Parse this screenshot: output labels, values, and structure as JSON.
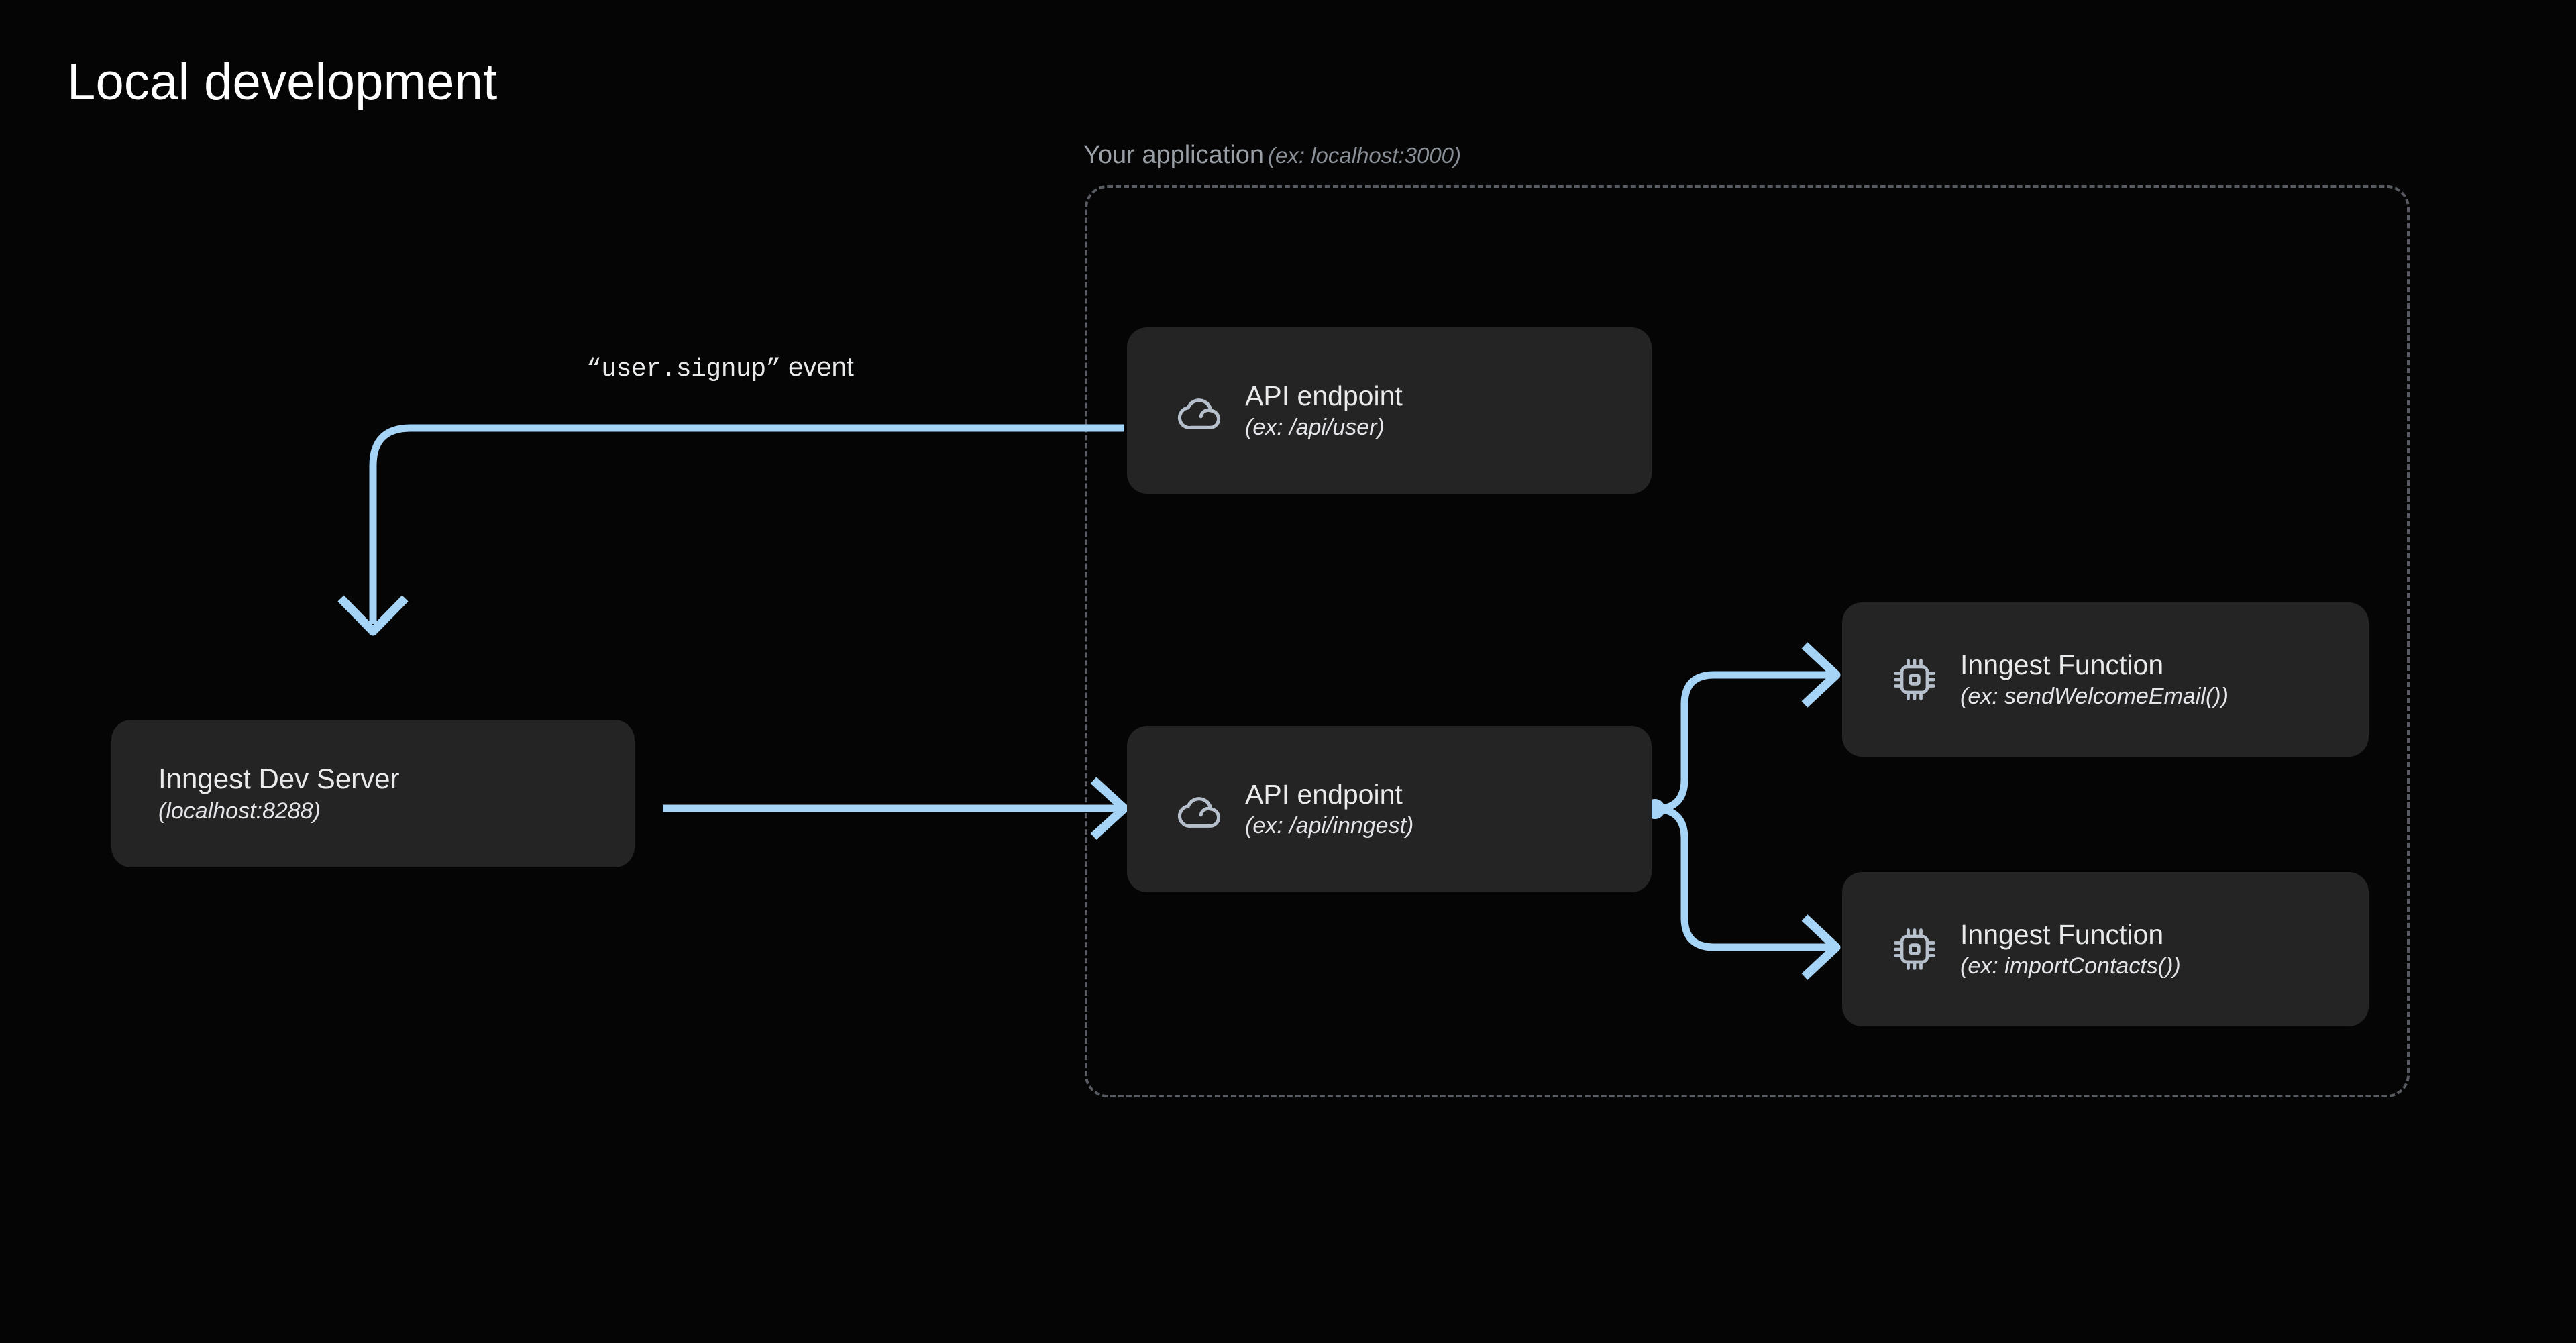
{
  "page": {
    "title": "Local development",
    "background_color": "#050505"
  },
  "colors": {
    "arrow": "#A6D4F7",
    "card_fill": "#242424",
    "boundary_dash": "#585c62",
    "label_muted": "#9aa0a6",
    "text_primary": "#e9eaec",
    "icon_stroke": "#b6c0cc"
  },
  "boundary": {
    "label_main": "Your application",
    "label_example": "(ex: localhost:3000)"
  },
  "event_label": {
    "event_name": "“user.signup”",
    "suffix": " event"
  },
  "nodes": {
    "dev_server": {
      "title": "Inngest Dev Server",
      "subtitle": "(localhost:8288)",
      "icon": "none"
    },
    "api_user": {
      "title": "API endpoint",
      "subtitle": "(ex: /api/user)",
      "icon": "cloud-icon"
    },
    "api_inngest": {
      "title": "API endpoint",
      "subtitle": "(ex: /api/inngest)",
      "icon": "cloud-icon"
    },
    "fn_welcome": {
      "title": "Inngest Function",
      "subtitle": "(ex: sendWelcomeEmail())",
      "icon": "chip-icon"
    },
    "fn_contacts": {
      "title": "Inngest Function",
      "subtitle": "(ex: importContacts())",
      "icon": "chip-icon"
    }
  },
  "connections": [
    {
      "name": "api-user-to-dev-server",
      "from": "api_user",
      "to": "dev_server",
      "label": "“user.signup” event"
    },
    {
      "name": "dev-server-to-api-inngest",
      "from": "dev_server",
      "to": "api_inngest",
      "label": ""
    },
    {
      "name": "api-inngest-to-fn-welcome",
      "from": "api_inngest",
      "to": "fn_welcome",
      "label": ""
    },
    {
      "name": "api-inngest-to-fn-contacts",
      "from": "api_inngest",
      "to": "fn_contacts",
      "label": ""
    }
  ]
}
